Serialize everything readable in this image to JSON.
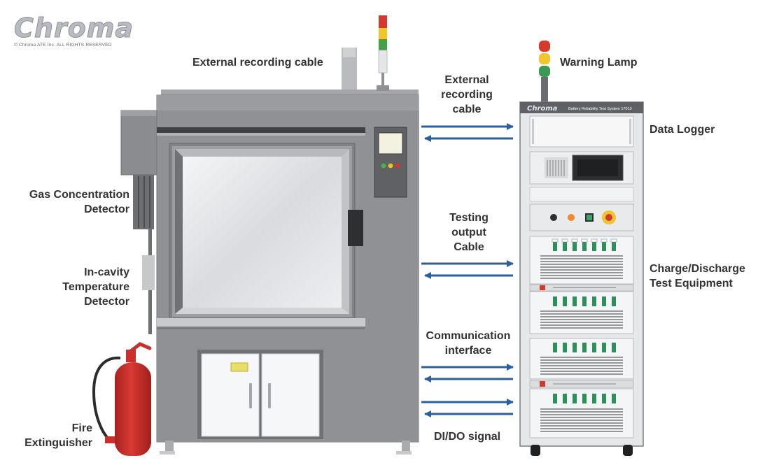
{
  "logo": {
    "brand": "Chroma",
    "copyright": "© Chroma ATE Inc. ALL RIGHTS RESERVED"
  },
  "rack": {
    "brand": "Chroma",
    "title": "Battery Reliability Test System 17010"
  },
  "labels": {
    "external_recording_cable_top": "External recording cable",
    "warning_lamp": "Warning Lamp",
    "external_recording_cable": [
      "External",
      "recording",
      "cable"
    ],
    "data_logger": "Data Logger",
    "gas_detector": [
      "Gas Concentration",
      "Detector"
    ],
    "testing_output_cable": [
      "Testing",
      "output",
      "Cable"
    ],
    "charge_discharge": [
      "Charge/Discharge",
      "Test Equipment"
    ],
    "temp_detector": [
      "In-cavity",
      "Temperature",
      "Detector"
    ],
    "communication_interface": [
      "Communication",
      "interface"
    ],
    "fire_extinguisher": [
      "Fire",
      "Extinguisher"
    ],
    "dido_signal": "DI/DO signal"
  },
  "colors": {
    "arrow": "#2b5f9e",
    "label": "#333333",
    "chamber": "#8e9093",
    "rack": "#e6e7e8",
    "extinguisher": "#c9302c"
  }
}
